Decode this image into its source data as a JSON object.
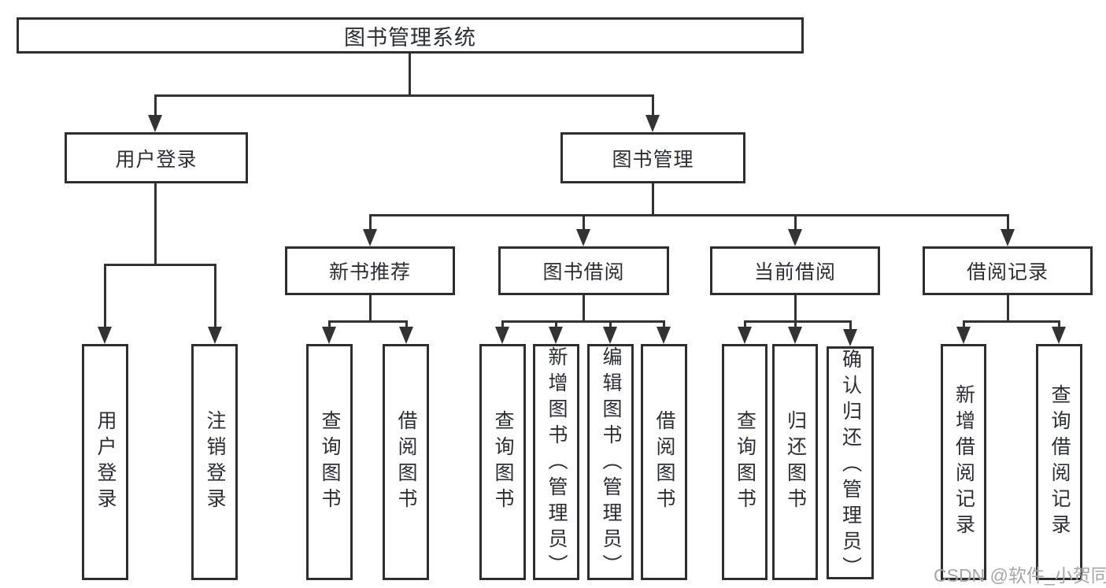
{
  "diagram": {
    "title": "图书管理系统",
    "root": {
      "label": "图书管理系统"
    },
    "branches": [
      {
        "label": "用户登录",
        "children": [
          {
            "label": "用户登录"
          },
          {
            "label": "注销登录"
          }
        ]
      },
      {
        "label": "图书管理",
        "children": [
          {
            "label": "新书推荐",
            "children": [
              {
                "label": "查询图书"
              },
              {
                "label": "借阅图书"
              }
            ]
          },
          {
            "label": "图书借阅",
            "children": [
              {
                "label": "查询图书"
              },
              {
                "label": "新增图书（管理员）"
              },
              {
                "label": "编辑图书（管理员）"
              },
              {
                "label": "借阅图书"
              }
            ]
          },
          {
            "label": "当前借阅",
            "children": [
              {
                "label": "查询图书"
              },
              {
                "label": "归还图书"
              },
              {
                "label": "确认归还（管理员）"
              }
            ]
          },
          {
            "label": "借阅记录",
            "children": [
              {
                "label": "新增借阅记录"
              },
              {
                "label": "查询借阅记录"
              }
            ]
          }
        ]
      }
    ]
  },
  "watermark": {
    "text": "CSDN @软件_小贺同学",
    "color": "#a6a6a6"
  },
  "colors": {
    "line": "#333333",
    "border": "#2e2e2e",
    "text": "#2b2e33",
    "background": "#ffffff"
  }
}
